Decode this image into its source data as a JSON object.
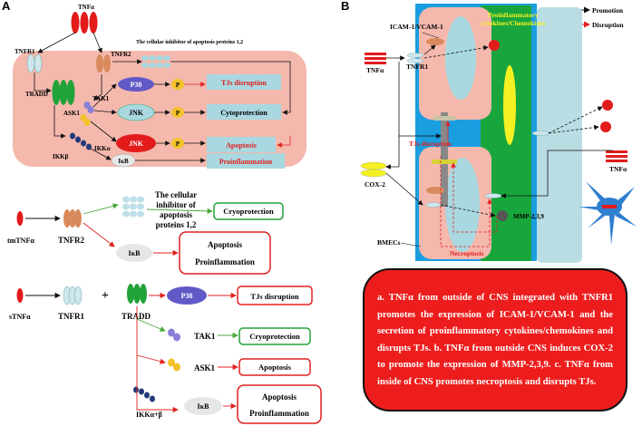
{
  "panel_a": {
    "label": "A",
    "top": {
      "tnfa": "TNFα",
      "ciap": "The cellular inhibitor of apoptosis proteins 1,2",
      "tnfr1": "TNFR1",
      "tnfr2": "TNFR2",
      "tradd": "TRADD",
      "tak1": "TAK1",
      "ask1": "ASK1",
      "ikka": "IKKα",
      "ikkb": "IKKβ",
      "p38": "P38",
      "jnk": "JNK",
      "jnk_red": "JNK",
      "ikb": "IκB",
      "p": "P",
      "tjs": "TJs disruption",
      "cyto": "Cytoprotection",
      "apop": "Apoptosis",
      "proinf": "Proinflammation"
    },
    "mid": {
      "tmtnfa": "tmTNFα",
      "tnfr2": "TNFR2",
      "ciap_l1": "The cellular",
      "ciap_l2": "inhibitor of",
      "ciap_l3": "apoptosis",
      "ciap_l4": "proteins 1,2",
      "cryo": "Cryoprotection",
      "ikb": "IκB",
      "apop": "Apoptosis",
      "proinf": "Proinflammation"
    },
    "bottom": {
      "stnfa": "sTNFα",
      "tnfr1": "TNFR1",
      "plus": "+",
      "tradd": "TRADD",
      "p38": "P38",
      "tjs": "TJs disruption",
      "tak1": "TAK1",
      "cryo": "Cryoprotection",
      "ask1": "ASK1",
      "apop": "Apoptosis",
      "ikkab": "IKKα+β",
      "ikb": "IκB",
      "apop2": "Apoptosis",
      "proinf": "Proinflammation"
    }
  },
  "panel_b": {
    "label": "B",
    "legend_promotion": "Promotion",
    "legend_disruption": "Disruption",
    "icam": "ICAM-1/VCAM-1",
    "cytokines_l1": "Proinflammatory",
    "cytokines_l2": "cytokines/Chemokines",
    "tnfa_left": "TNFα",
    "tnfr1": "TNFR1",
    "tjs": "TJs disruption",
    "cox2": "COX-2",
    "mmp": "MMP-2,3,9",
    "bmecs": "BMECs",
    "necroptosis": "Necroptosis",
    "tnfa_right": "TNFα",
    "caption": "a. TNFα from outside of  CNS integrated with TNFR1 promotes the expression of ICAM-1/VCAM-1 and the secretion of proinflammatory cytokines/chemokines and disrupts TJs. b. TNFα from outside CNS induces COX-2 to promote the expression of MMP-2,3,9. c. TNFα from inside of CNS promotes necroptosis and disrupts TJs."
  },
  "colors": {
    "cell_pink": "#f4b8ad",
    "box_blue": "#a9d8e0",
    "box_red_border": "#e02020",
    "box_green_border": "#22a33a",
    "vessel_blue": "#1a9ee0",
    "green_cell": "#18a63c",
    "caption_red": "#ee1d1d"
  }
}
